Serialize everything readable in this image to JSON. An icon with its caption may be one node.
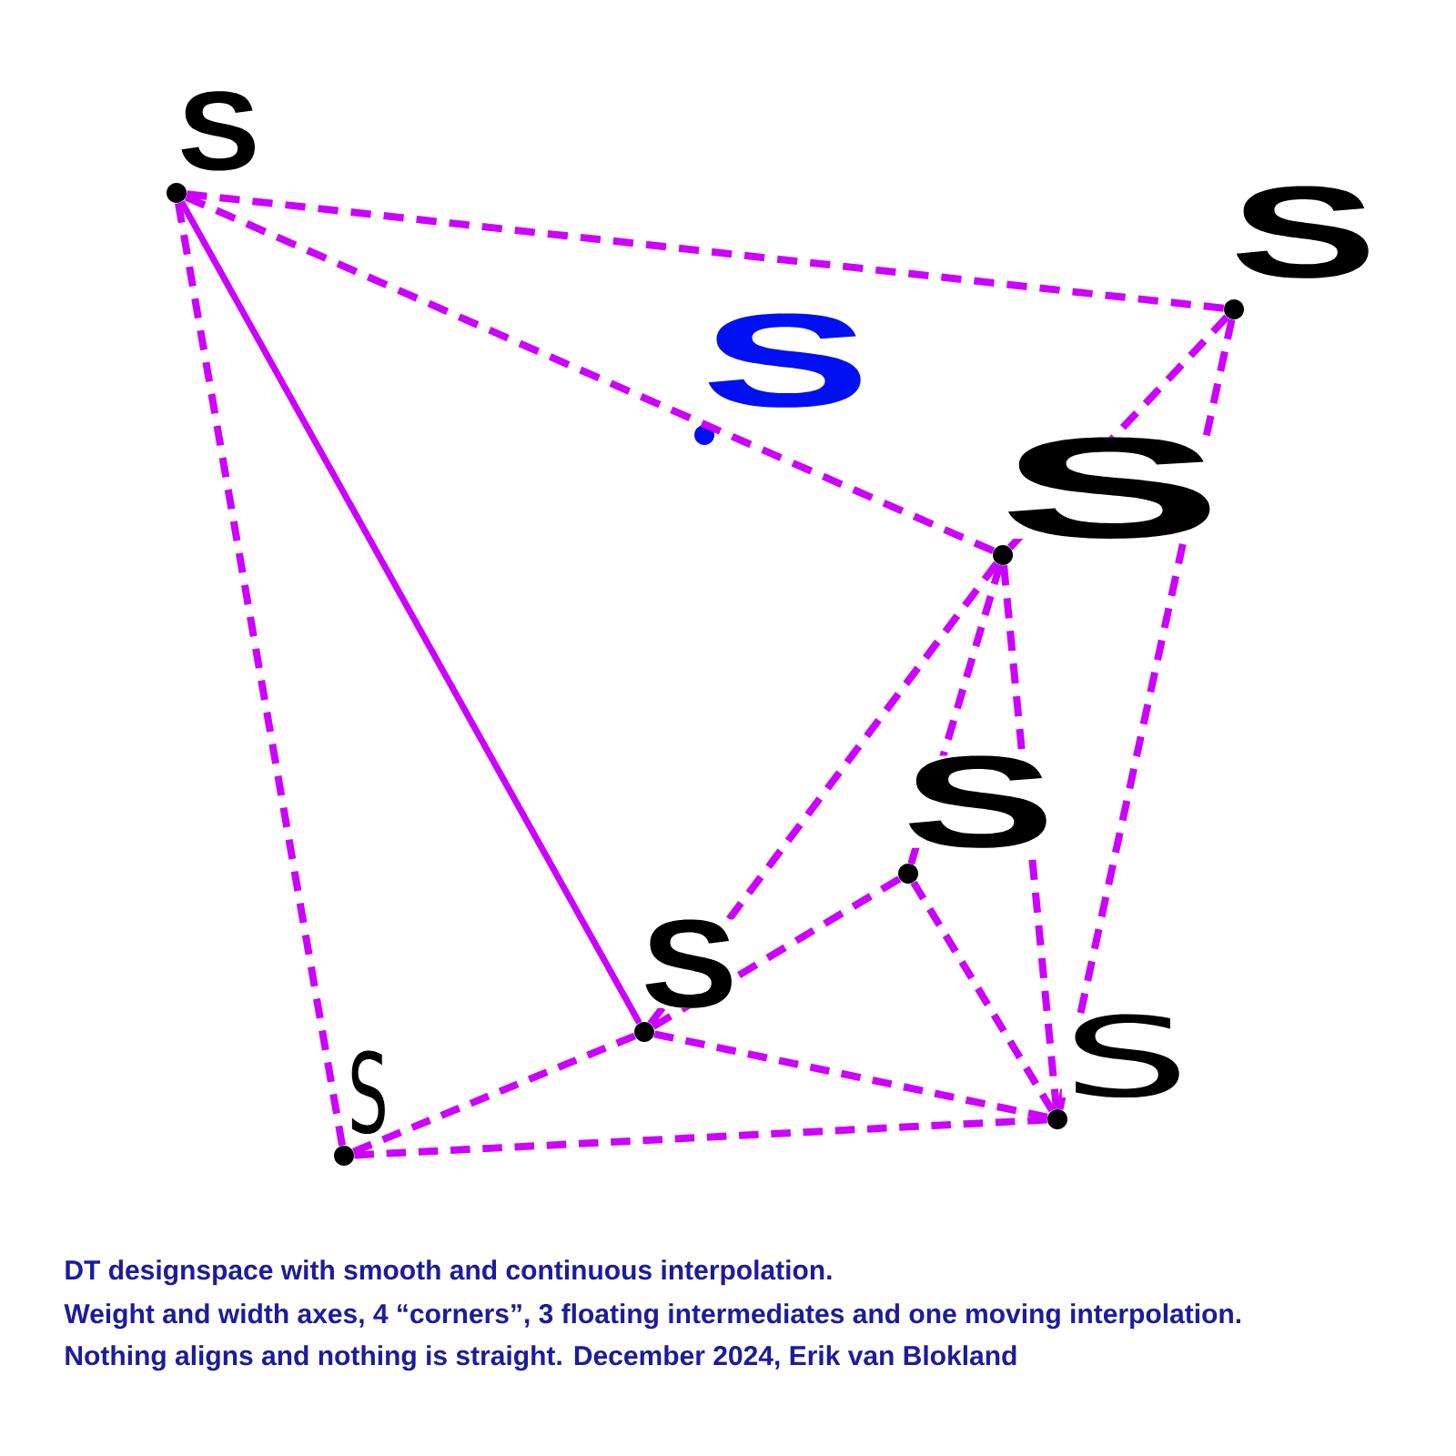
{
  "diagram": {
    "nodes": [
      {
        "text": [],
        "shape": "circle",
        "beside": [
          "S"
        ]
      },
      {
        "text": [],
        "shape": "circle",
        "beside": [
          "S"
        ]
      },
      {
        "text": [],
        "shape": "circle",
        "beside": [
          "S"
        ]
      },
      {
        "text": [],
        "shape": "circle",
        "beside": [
          "S"
        ]
      },
      {
        "text": [],
        "shape": "circle",
        "beside": [
          "S"
        ]
      },
      {
        "text": [],
        "shape": "circle",
        "beside": [
          "S"
        ]
      },
      {
        "text": [],
        "shape": "circle",
        "beside": [
          "S"
        ]
      },
      {
        "text": [],
        "shape": "circle",
        "beside": [
          "S"
        ]
      }
    ],
    "edges": [
      {
        "from": 0,
        "to": 1,
        "arrow": "none",
        "style": "dashed"
      },
      {
        "from": 0,
        "to": 3,
        "arrow": "none",
        "style": "dashed"
      },
      {
        "from": 0,
        "to": 5,
        "arrow": "none"
      },
      {
        "from": 0,
        "to": 6,
        "arrow": "none",
        "style": "dashed"
      },
      {
        "from": 1,
        "to": 3,
        "arrow": "none",
        "style": "dashed"
      },
      {
        "from": 1,
        "to": 7,
        "arrow": "none",
        "style": "dashed"
      },
      {
        "from": 3,
        "to": 4,
        "arrow": "none",
        "style": "dashed"
      },
      {
        "from": 3,
        "to": 5,
        "arrow": "none",
        "style": "dashed"
      },
      {
        "from": 3,
        "to": 7,
        "arrow": "none",
        "style": "dashed"
      },
      {
        "from": 4,
        "to": 5,
        "arrow": "none",
        "style": "dashed"
      },
      {
        "from": 4,
        "to": 7,
        "arrow": "none",
        "style": "dashed"
      },
      {
        "from": 5,
        "to": 6,
        "arrow": "none",
        "style": "dashed"
      },
      {
        "from": 5,
        "to": 7,
        "arrow": "none",
        "style": "dashed"
      },
      {
        "from": 6,
        "to": 7,
        "arrow": "none",
        "style": "dashed"
      }
    ],
    "labels": [
      "DT designspace with smooth and continuous interpolation.",
      "Weight and width axes, 4 “corners”, 3 floating intermediates and one moving interpolation.",
      "Nothing aligns and nothing is straight. December 2024, Erik van Blokland"
    ]
  }
}
